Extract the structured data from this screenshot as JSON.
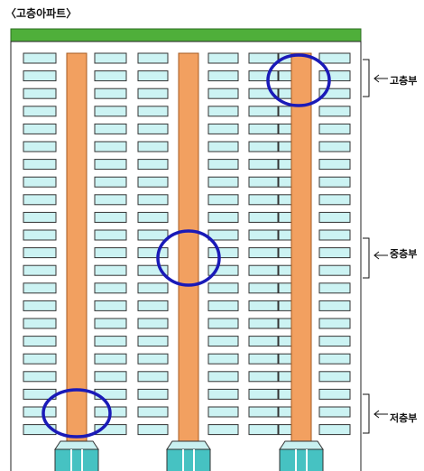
{
  "title": "〈고층아파트〉",
  "zones": [
    {
      "label": "고층부"
    },
    {
      "label": "중층부"
    },
    {
      "label": "저층부"
    }
  ],
  "colors": {
    "roof": "#4faf3a",
    "window": "#ccf3f3",
    "shaft": "#f2a060",
    "circle": "#1a1ab8",
    "base": "#46c2c2"
  }
}
